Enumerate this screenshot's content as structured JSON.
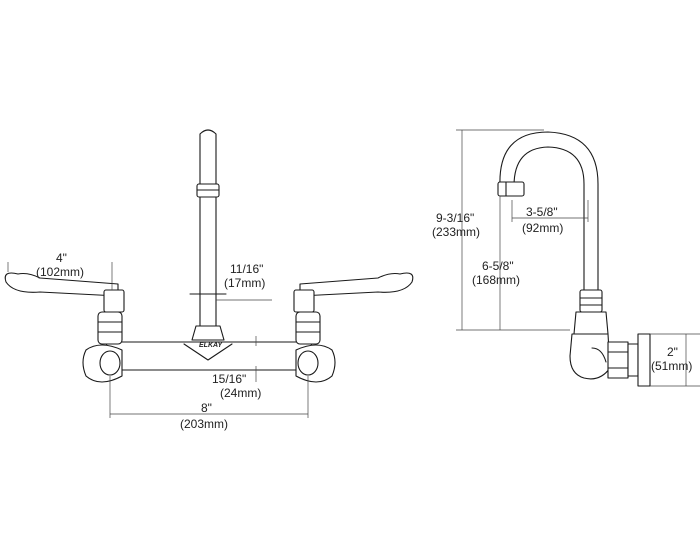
{
  "brand_mark": "ELKAY",
  "front_view": {
    "handle_length": {
      "imperial": "4\"",
      "metric": "(102mm)"
    },
    "spout_diameter": {
      "imperial": "11/16\"",
      "metric": "(17mm)"
    },
    "body_height": {
      "imperial": "15/16\"",
      "metric": "(24mm)"
    },
    "centers": {
      "imperial": "8\"",
      "metric": "(203mm)"
    }
  },
  "side_view": {
    "overall_height": {
      "imperial": "9-3/16\"",
      "metric": "(233mm)"
    },
    "spout_reach": {
      "imperial": "3-5/8\"",
      "metric": "(92mm)"
    },
    "outlet_height": {
      "imperial": "6-5/8\"",
      "metric": "(168mm)"
    },
    "flange": {
      "imperial": "2\"",
      "metric": "(51mm)"
    }
  },
  "colors": {
    "line": "#1a1a1a",
    "dimension": "#444444",
    "background": "#ffffff"
  }
}
